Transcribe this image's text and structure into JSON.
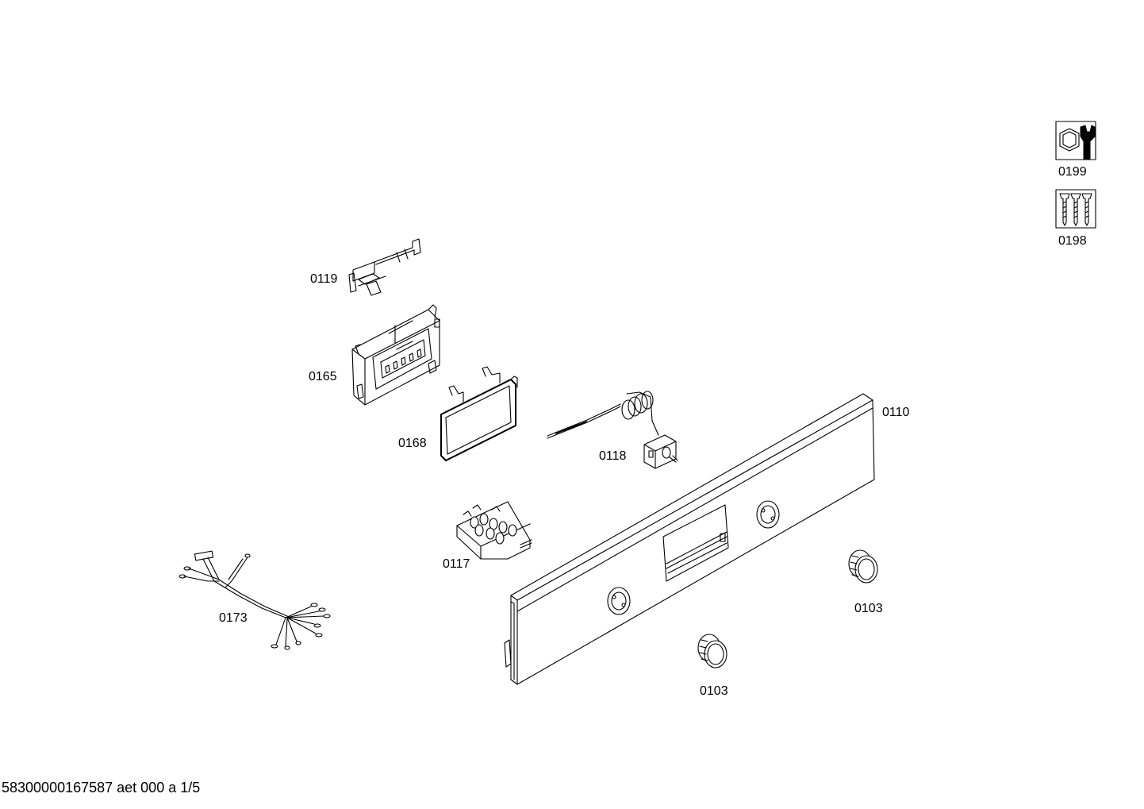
{
  "footer": {
    "text": "58300000167587 aet 000 a 1/5"
  },
  "parts": {
    "p0119": "0119",
    "p0165": "0165",
    "p0168": "0168",
    "p0118": "0118",
    "p0110": "0110",
    "p0117": "0117",
    "p0173": "0173",
    "p0103a": "0103",
    "p0103b": "0103",
    "p0199": "0199",
    "p0198": "0198"
  },
  "icons": {
    "service": "wrench-nut-icon",
    "screws": "screws-icon"
  }
}
